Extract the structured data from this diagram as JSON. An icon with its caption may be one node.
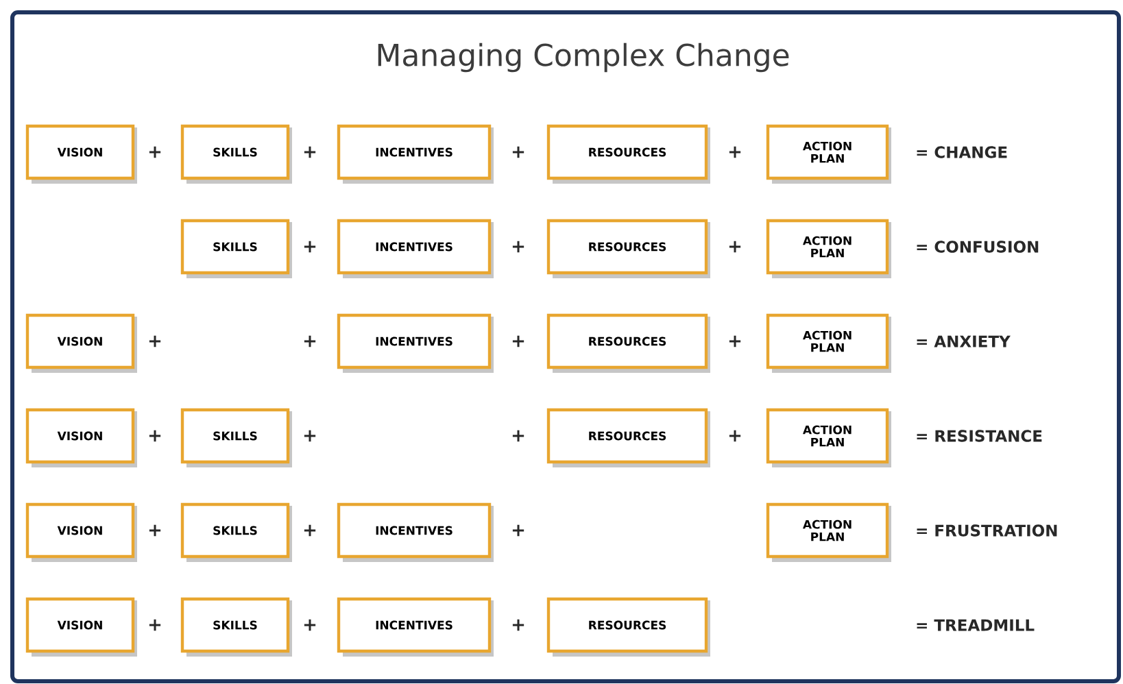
{
  "diagram": {
    "title": "Managing Complex Change",
    "nodes": [
      {
        "text": [
          "VISION"
        ]
      },
      {
        "text": [
          "SKILLS"
        ]
      },
      {
        "text": [
          "INCENTIVES"
        ]
      },
      {
        "text": [
          "RESOURCES"
        ]
      },
      {
        "text": [
          "ACTION PLAN"
        ]
      },
      {
        "text": [
          "SKILLS"
        ]
      },
      {
        "text": [
          "INCENTIVES"
        ]
      },
      {
        "text": [
          "RESOURCES"
        ]
      },
      {
        "text": [
          "ACTION PLAN"
        ]
      },
      {
        "text": [
          "VISION"
        ]
      },
      {
        "text": [
          "INCENTIVES"
        ]
      },
      {
        "text": [
          "RESOURCES"
        ]
      },
      {
        "text": [
          "ACTION PLAN"
        ]
      },
      {
        "text": [
          "VISION"
        ]
      },
      {
        "text": [
          "SKILLS"
        ]
      },
      {
        "text": [
          "RESOURCES"
        ]
      },
      {
        "text": [
          "ACTION PLAN"
        ]
      },
      {
        "text": [
          "VISION"
        ]
      },
      {
        "text": [
          "SKILLS"
        ]
      },
      {
        "text": [
          "INCENTIVES"
        ]
      },
      {
        "text": [
          "ACTION PLAN"
        ]
      },
      {
        "text": [
          "VISION"
        ]
      },
      {
        "text": [
          "SKILLS"
        ]
      },
      {
        "text": [
          "INCENTIVES"
        ]
      },
      {
        "text": [
          "RESOURCES"
        ]
      }
    ],
    "labels": [
      "+",
      "+",
      "+",
      "+",
      "= CHANGE",
      "+",
      "+",
      "+",
      "= CONFUSION",
      "+",
      "+",
      "+",
      "+",
      "= ANXIETY",
      "+",
      "+",
      "+",
      "+",
      "= RESISTANCE",
      "+",
      "+",
      "+",
      "= FRUSTRATION",
      "+",
      "+",
      "+",
      "= TREADMILL"
    ]
  }
}
